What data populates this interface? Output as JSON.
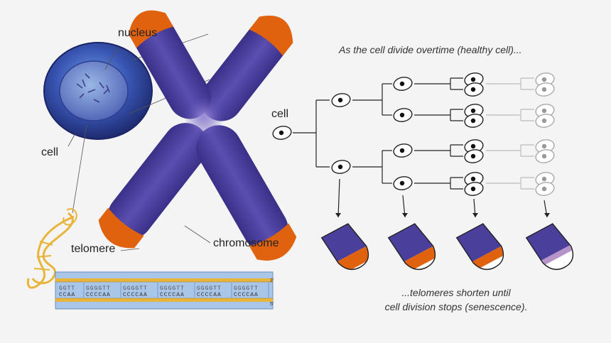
{
  "labels": {
    "nucleus": "nucleus",
    "cell_left": "cell",
    "telomere": "telomere",
    "chromosome": "chromosome",
    "cell_right": "cell"
  },
  "captions": {
    "top": "As the cell divide overtime (healthy cell)...",
    "bottom_line1": "...telomeres shorten until",
    "bottom_line2": "cell division stops (senescence)."
  },
  "dna": {
    "top_strand": [
      "GGTT",
      "GGGGTT",
      "GGGGTT",
      "GGGGTT",
      "GGGGTT",
      "GGGGTT"
    ],
    "bottom_strand": [
      "CCAA",
      "CCCCAA",
      "CCCCAA",
      "CCCCAA",
      "CCCCAA",
      "CCCCAA"
    ],
    "end_top": "3'",
    "end_bottom": "5'"
  },
  "telomere_levels": [
    0.62,
    0.45,
    0.28,
    0.0
  ],
  "colors": {
    "chromosome": "#4b3f9c",
    "telomere": "#e0620f",
    "cell_outer": "#2a3f8f",
    "dna_box": "#a9c6e8",
    "strand": "#e8b53a",
    "tip_faded": "#b693c9"
  }
}
